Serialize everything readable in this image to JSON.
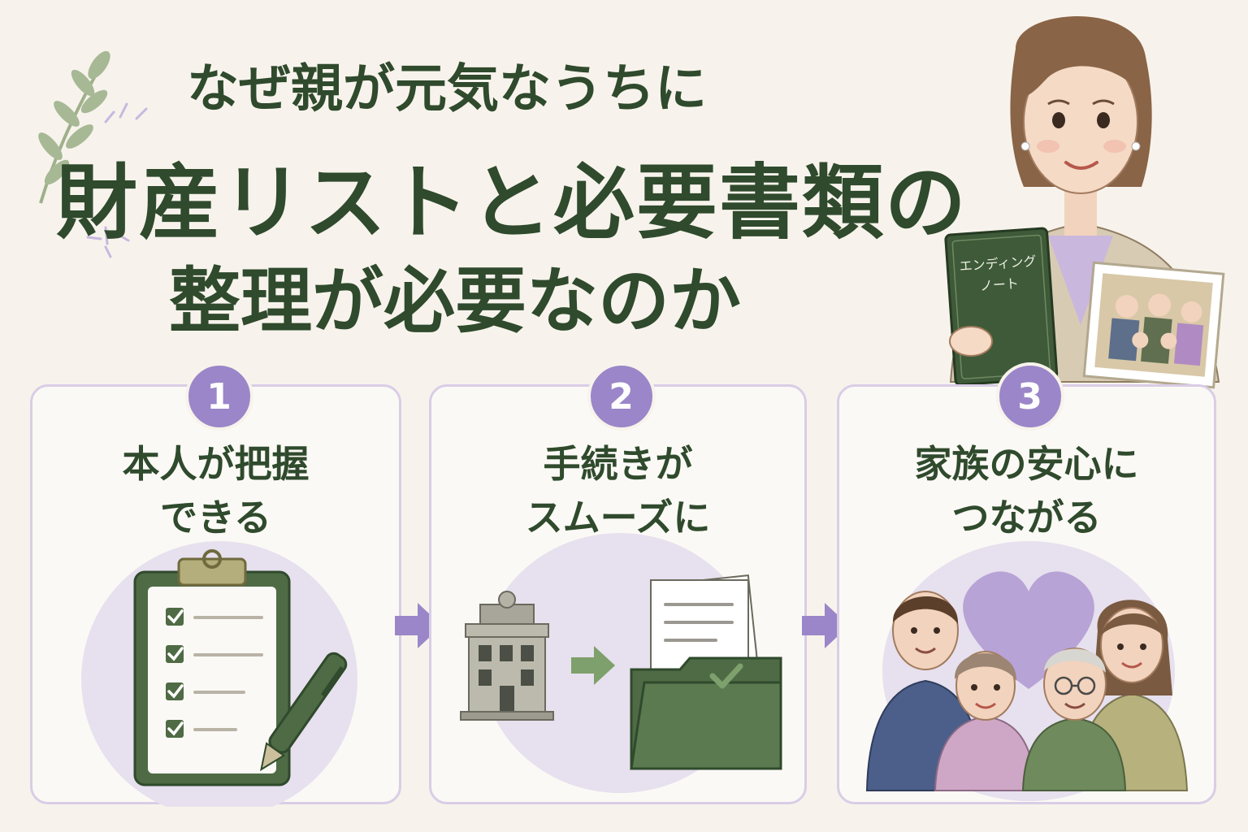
{
  "title": {
    "line1": "なぜ親が元気なうちに",
    "line2": "財産リストと必要書類の",
    "line3": "整理が必要なのか"
  },
  "hero": {
    "notebook_line1": "エンディング",
    "notebook_line2": "ノート"
  },
  "steps": [
    {
      "number": "1",
      "title_line1": "本人が把握",
      "title_line2": "できる",
      "icon": "clipboard-checklist-icon"
    },
    {
      "number": "2",
      "title_line1": "手続きが",
      "title_line2": "スムーズに",
      "icon": "bank-to-folder-icon"
    },
    {
      "number": "3",
      "title_line1": "家族の安心に",
      "title_line2": "つながる",
      "icon": "family-heart-icon"
    }
  ],
  "colors": {
    "background": "#f7f3ec",
    "title_green": "#2f4a2c",
    "accent_purple": "#9a86c8",
    "card_border": "#d9cde6",
    "icon_green": "#4f6b45"
  }
}
